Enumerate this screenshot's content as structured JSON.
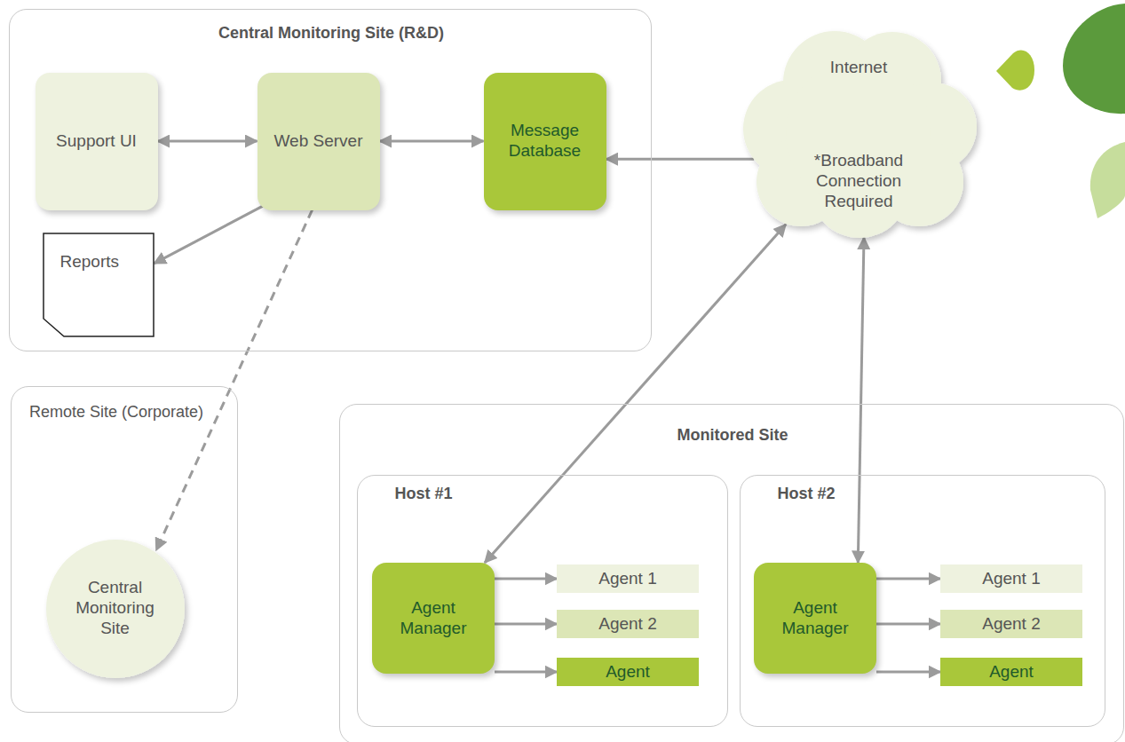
{
  "diagram": {
    "nodes": [
      {
        "text": [
          "Central Monitoring Site (R&D)"
        ]
      },
      {
        "text": [
          "Support UI"
        ],
        "in": 0
      },
      {
        "text": [
          "Web Server"
        ],
        "in": 0
      },
      {
        "text": [
          "Message Database"
        ],
        "in": 0
      },
      {
        "text": [
          "Reports"
        ],
        "in": 0
      },
      {
        "text": [
          "Internet",
          "*Broadband Connection Required"
        ]
      },
      {
        "text": [
          "Remote Site (Corporate)"
        ]
      },
      {
        "text": [
          "Central Monitoring Site"
        ],
        "in": 6
      },
      {
        "text": [
          "Monitored Site"
        ]
      },
      {
        "text": [
          "Host #1"
        ],
        "in": 8
      },
      {
        "text": [
          "Agent Manager"
        ],
        "in": 9
      },
      {
        "text": [
          "Agent 1"
        ],
        "in": 9
      },
      {
        "text": [
          "Agent 2"
        ],
        "in": 9
      },
      {
        "text": [
          "Agent"
        ],
        "in": 9
      },
      {
        "text": [
          "Host #2"
        ],
        "in": 8
      },
      {
        "text": [
          "Agent Manager"
        ],
        "in": 14
      },
      {
        "text": [
          "Agent 1"
        ],
        "in": 14
      },
      {
        "text": [
          "Agent 2"
        ],
        "in": 14
      },
      {
        "text": [
          "Agent"
        ],
        "in": 14
      }
    ],
    "edges": [
      {
        "from": 1,
        "to": 2,
        "arrow": "both"
      },
      {
        "from": 2,
        "to": 3,
        "arrow": "both"
      },
      {
        "from": 5,
        "to": 3,
        "arrow": "to"
      },
      {
        "from": 2,
        "to": 4,
        "arrow": "to"
      },
      {
        "from": 2,
        "to": 7,
        "arrow": "to"
      },
      {
        "from": 5,
        "to": 10,
        "arrow": "both"
      },
      {
        "from": 5,
        "to": 15,
        "arrow": "both"
      },
      {
        "from": 10,
        "to": 11,
        "arrow": "to"
      },
      {
        "from": 10,
        "to": 12,
        "arrow": "to"
      },
      {
        "from": 10,
        "to": 13,
        "arrow": "to"
      },
      {
        "from": 15,
        "to": 16,
        "arrow": "to"
      },
      {
        "from": 15,
        "to": 17,
        "arrow": "to"
      },
      {
        "from": 15,
        "to": 18,
        "arrow": "to"
      }
    ]
  }
}
